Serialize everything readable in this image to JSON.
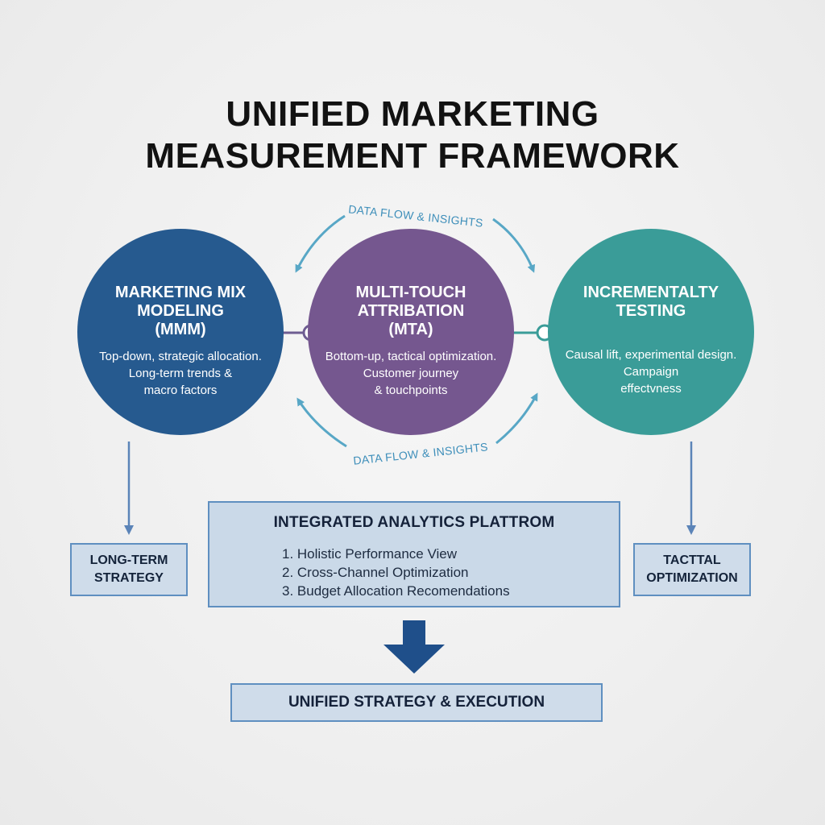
{
  "title": {
    "line1": "UNIFIED MARKETING",
    "line2": "MEASUREMENT FRAMEWORK"
  },
  "flow_labels": {
    "top": "DATA FLOW & INSIGHTS",
    "bottom": "DATA FLOW & INSIGHTS"
  },
  "circles": [
    {
      "title": "MARKETING MIX\nMODELING\n(MMM)",
      "description": "Top-down, strategic allocation.\nLong-term trends &\nmacro factors",
      "color": "#265a8f"
    },
    {
      "title": "MULTI-TOUCH\nATTRIBATION\n(MTA)",
      "description": "Bottom-up, tactical optimization.\nCustomer journey\n& touchpoints",
      "color": "#75578f"
    },
    {
      "title": "INCREMENTALTY\nTESTING",
      "description": "Causal lift, experimental design.\nCampaign\neffectvness",
      "color": "#3a9c98"
    }
  ],
  "boxes": {
    "long_term": "LONG-TERM\nSTRATEGY",
    "tactical": "TACTTAL\nOPTIMIZATION",
    "platform": {
      "title": "INTEGRATED ANALYTICS PLATTROM",
      "items": [
        "1. Holistic Performance View",
        "2. Cross-Channel Optimization",
        "3. Budget Allocation Recomendations"
      ]
    },
    "unified": "UNIFIED STRATEGY & EXECUTION"
  },
  "colors": {
    "accent": "#3f8fba",
    "connector": "#5b7fb0",
    "box_border": "#5f8fc0",
    "box_fill": "#cfdcea",
    "big_arrow": "#1f4f8a"
  }
}
